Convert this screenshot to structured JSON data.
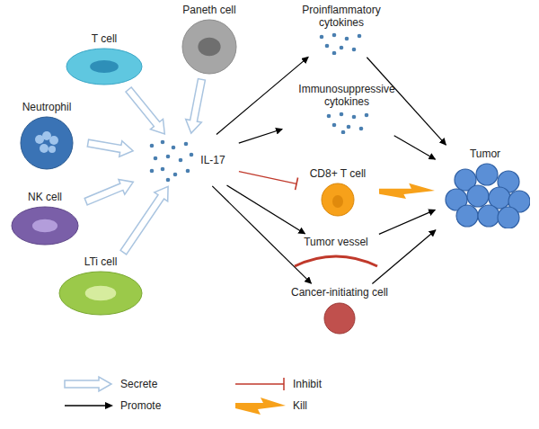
{
  "diagram": {
    "nodes": [
      {
        "text": [
          "Paneth cell"
        ]
      },
      {
        "text": [
          "T cell"
        ]
      },
      {
        "text": [
          "Neutrophil"
        ]
      },
      {
        "text": [
          "NK cell"
        ]
      },
      {
        "text": [
          "LTi cell"
        ]
      },
      {
        "text": [
          "IL-17"
        ]
      },
      {
        "text": [
          "Proinflammatory cytokines"
        ]
      },
      {
        "text": [
          "Immunosuppressive cytokines"
        ]
      },
      {
        "text": [
          "CD8+ T cell"
        ]
      },
      {
        "text": [
          "Tumor vessel"
        ]
      },
      {
        "text": [
          "Cancer-initiating cell"
        ]
      },
      {
        "text": [
          "Tumor"
        ]
      }
    ],
    "edges": [
      {
        "from": 0,
        "to": 5,
        "arrow": "to"
      },
      {
        "from": 1,
        "to": 5,
        "arrow": "to"
      },
      {
        "from": 2,
        "to": 5,
        "arrow": "to"
      },
      {
        "from": 3,
        "to": 5,
        "arrow": "to"
      },
      {
        "from": 4,
        "to": 5,
        "arrow": "to"
      },
      {
        "from": 5,
        "to": 6,
        "arrow": "to"
      },
      {
        "from": 5,
        "to": 7,
        "arrow": "to"
      },
      {
        "from": 5,
        "to": 8,
        "arrow": "to"
      },
      {
        "from": 5,
        "to": 9,
        "arrow": "to"
      },
      {
        "from": 5,
        "to": 10,
        "arrow": "to"
      },
      {
        "from": 6,
        "to": 11,
        "arrow": "to"
      },
      {
        "from": 7,
        "to": 11,
        "arrow": "to"
      },
      {
        "from": 8,
        "to": 11,
        "arrow": "to"
      },
      {
        "from": 9,
        "to": 11,
        "arrow": "to"
      },
      {
        "from": 10,
        "to": 11,
        "arrow": "to"
      }
    ],
    "legend": [
      {
        "text": "Secrete"
      },
      {
        "text": "Promote"
      },
      {
        "text": "Inhibit"
      },
      {
        "text": "Kill"
      }
    ]
  }
}
